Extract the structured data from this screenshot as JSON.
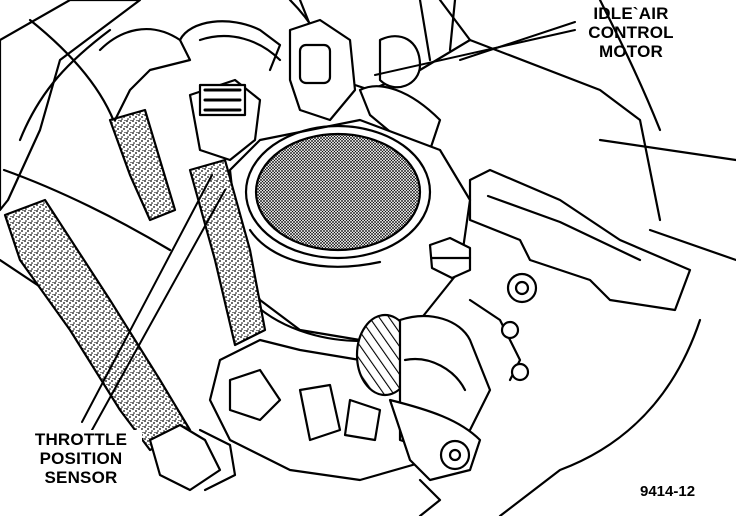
{
  "labels": {
    "iac_line1": "IDLE`AIR",
    "iac_line2": "CONTROL",
    "iac_line3": "MOTOR",
    "tps_line1": "THROTTLE",
    "tps_line2": "POSITION",
    "tps_line3": "SENSOR"
  },
  "figure_number": "9414-12",
  "colors": {
    "ink": "#000000",
    "paper": "#ffffff"
  }
}
